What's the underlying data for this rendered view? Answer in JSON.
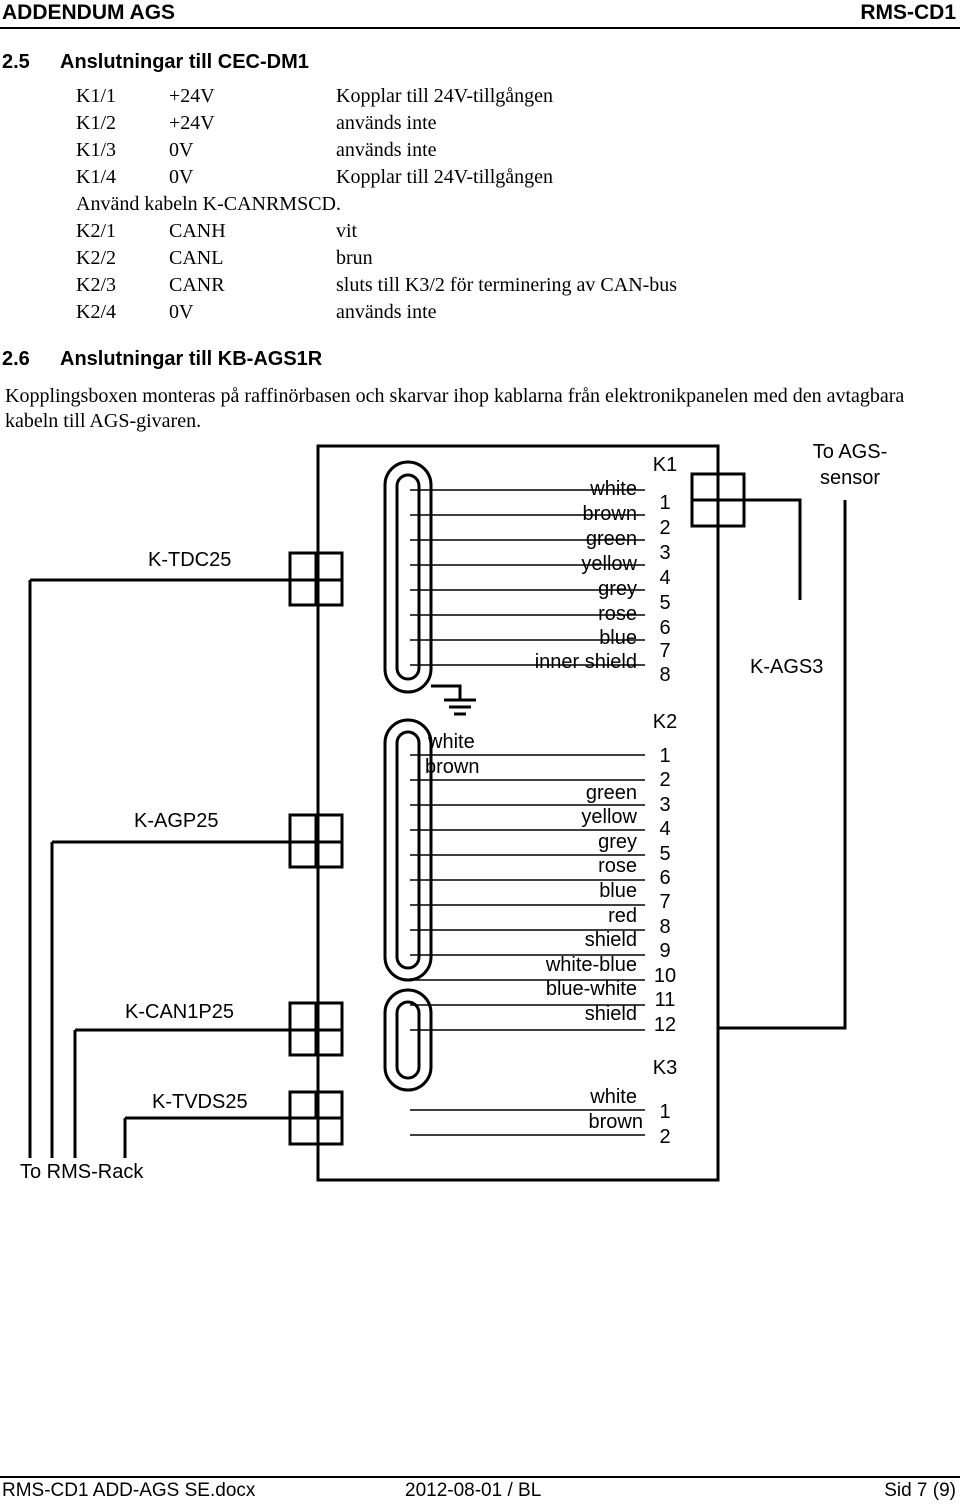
{
  "header": {
    "left": "ADDENDUM AGS",
    "right": "RMS-CD1"
  },
  "section25": {
    "number": "2.5",
    "title": "Anslutningar till CEC-DM1",
    "rows_k1": [
      {
        "terminal": "K1/1",
        "signal": "+24V",
        "desc": "Kopplar till 24V-tillgången"
      },
      {
        "terminal": "K1/2",
        "signal": "+24V",
        "desc": "används inte"
      },
      {
        "terminal": "K1/3",
        "signal": "0V",
        "desc": "används inte"
      },
      {
        "terminal": "K1/4",
        "signal": "0V",
        "desc": "Kopplar till 24V-tillgången"
      }
    ],
    "cable_note": "Använd kabeln K-CANRMSCD.",
    "rows_k2": [
      {
        "terminal": "K2/1",
        "signal": "CANH",
        "desc": "vit"
      },
      {
        "terminal": "K2/2",
        "signal": "CANL",
        "desc": "brun"
      },
      {
        "terminal": "K2/3",
        "signal": "CANR",
        "desc": "sluts till K3/2 för terminering av CAN-bus"
      },
      {
        "terminal": "K2/4",
        "signal": "0V",
        "desc": "används inte"
      }
    ]
  },
  "section26": {
    "number": "2.6",
    "title": "Anslutningar till KB-AGS1R",
    "paragraph": "Kopplingsboxen monteras på raffinörbasen och skarvar ihop kablarna från elektronikpanelen med den avtagbara kabeln till AGS-givaren."
  },
  "diagram": {
    "cables_left": [
      "K-TDC25",
      "K-AGP25",
      "K-CAN1P25",
      "K-TVDS25"
    ],
    "to_rack": "To RMS-Rack",
    "to_sensor_line1": "To AGS-",
    "to_sensor_line2": "sensor",
    "cable_right": "K-AGS3",
    "k1": {
      "title": "K1",
      "wires": [
        "white",
        "brown",
        "green",
        "yellow",
        "grey",
        "rose",
        "blue",
        "inner shield"
      ],
      "pins": [
        "1",
        "2",
        "3",
        "4",
        "5",
        "6",
        "7",
        "8"
      ]
    },
    "k2": {
      "title": "K2",
      "wires_top": [
        "white",
        "brown"
      ],
      "wires": [
        "green",
        "yellow",
        "grey",
        "rose",
        "blue",
        "red",
        "shield",
        "white-blue",
        "blue-white",
        "shield"
      ],
      "pins": [
        "1",
        "2",
        "3",
        "4",
        "5",
        "6",
        "7",
        "8",
        "9",
        "10",
        "11",
        "12"
      ]
    },
    "k3": {
      "title": "K3",
      "wires": [
        "white",
        "brown"
      ],
      "pins": [
        "1",
        "2"
      ]
    }
  },
  "footer": {
    "left": "RMS-CD1 ADD-AGS SE.docx",
    "center": "2012-08-01 / BL",
    "right": "Sid 7 (9)"
  }
}
